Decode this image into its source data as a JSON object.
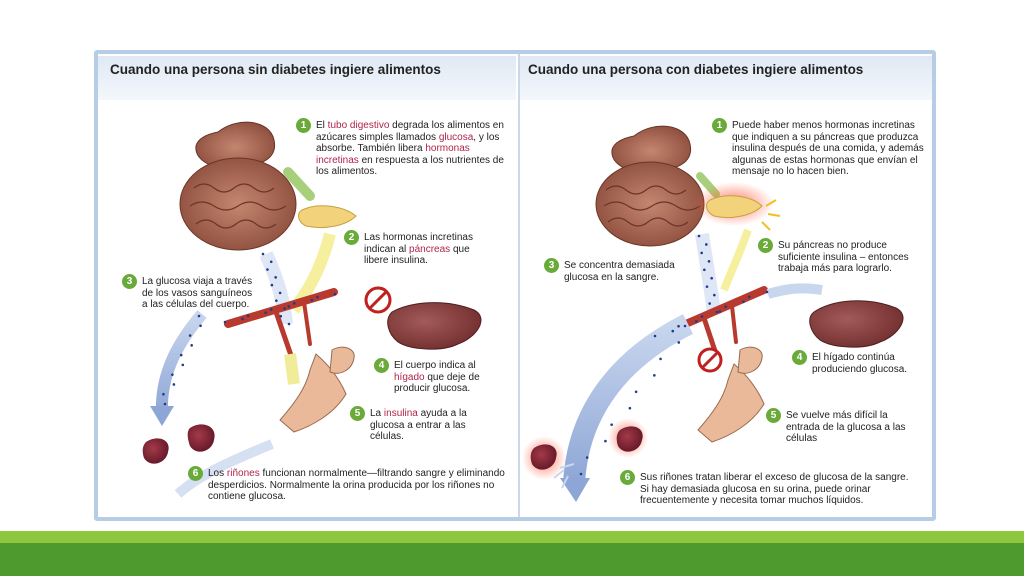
{
  "left": {
    "title": "Cuando una persona sin diabetes ingiere alimentos",
    "steps": [
      {
        "n": "1",
        "a": "El ",
        "h1": "tubo digestivo",
        "b": " degrada los alimentos en azúcares simples llamados ",
        "h2": "glucosa",
        "c": ", y los absorbe. También libera ",
        "h3": "hormonas incretinas",
        "d": " en respuesta a los nutrientes de los alimentos."
      },
      {
        "n": "2",
        "a": "Las hormonas incretinas indican al ",
        "h1": "páncreas",
        "b": " que libere insulina."
      },
      {
        "n": "3",
        "a": "La glucosa viaja a través de los vasos sanguíneos a las células del cuerpo."
      },
      {
        "n": "4",
        "a": "El cuerpo indica al ",
        "h1": "hígado",
        "b": " que deje de producir glucosa."
      },
      {
        "n": "5",
        "a": "La ",
        "h1": "insulina",
        "b": " ayuda a la glucosa a entrar a las células."
      },
      {
        "n": "6",
        "a": "Los ",
        "h1": "riñones",
        "b": " funcionan normalmente—filtrando sangre y eliminando desperdicios. Normalmente la orina producida por los riñones no contiene glucosa."
      }
    ]
  },
  "right": {
    "title": "Cuando una persona con diabetes ingiere alimentos",
    "steps": [
      {
        "n": "1",
        "a": "Puede haber menos hormonas incretinas que indiquen a su páncreas que produzca insulina después de una comida, y además algunas de estas hormonas que envían el mensaje no lo hacen bien."
      },
      {
        "n": "2",
        "a": "Su páncreas no produce suficiente insulina – entonces trabaja más para lograrlo."
      },
      {
        "n": "3",
        "a": "Se concentra demasiada glucosa en la sangre."
      },
      {
        "n": "4",
        "a": "El hígado continúa produciendo glucosa."
      },
      {
        "n": "5",
        "a": "Se vuelve más difícil la entrada de la glucosa a las células"
      },
      {
        "n": "6",
        "a": "Sus riñones tratan liberar el exceso de glucosa de la sangre. Si hay demasiada glucosa en su orina, puede orinar frecuentemente y necesita tomar muchos líquidos."
      }
    ]
  },
  "colors": {
    "accent_green": "#6aaa3a",
    "highlight": "#b0244a",
    "frame": "#b7cde6",
    "footer_light": "#8fc63f",
    "footer_dark": "#4e9a2e"
  }
}
